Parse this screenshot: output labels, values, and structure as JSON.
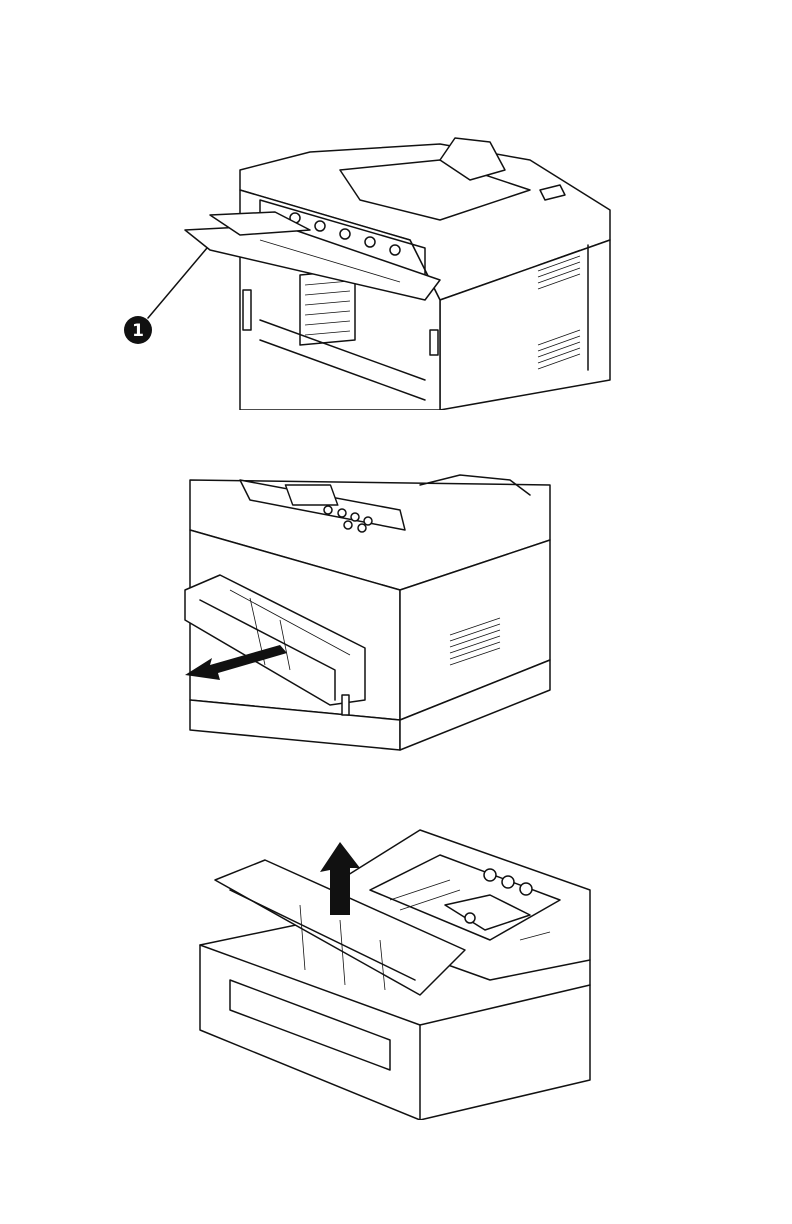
{
  "figures": [
    {
      "id": "open-rear-exit-tray",
      "callouts": [
        "1"
      ]
    },
    {
      "id": "pull-out-paper-tray",
      "callouts": []
    },
    {
      "id": "remove-tray-cover",
      "callouts": []
    }
  ],
  "callout_1": "1"
}
